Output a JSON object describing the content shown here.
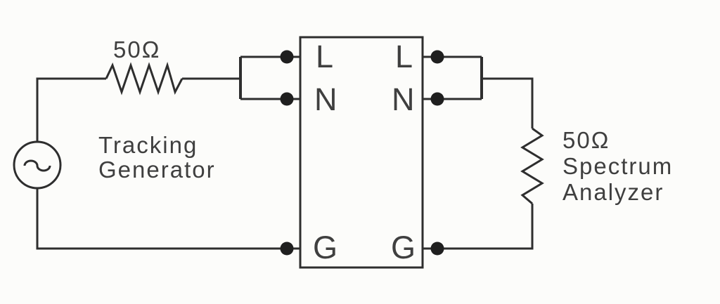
{
  "diagram": {
    "background_color": "#fcfcfa",
    "line_color": "#2e2e2e",
    "text_color": "#3f3f3f",
    "generator": {
      "resistor_label": "50Ω",
      "label_lines": [
        "Tracking",
        "Generator"
      ]
    },
    "dut": {
      "left_terminals": [
        "L",
        "N",
        "G"
      ],
      "right_terminals": [
        "L",
        "N",
        "G"
      ]
    },
    "analyzer": {
      "label_lines": [
        "50Ω",
        "Spectrum",
        "Analyzer"
      ]
    }
  }
}
